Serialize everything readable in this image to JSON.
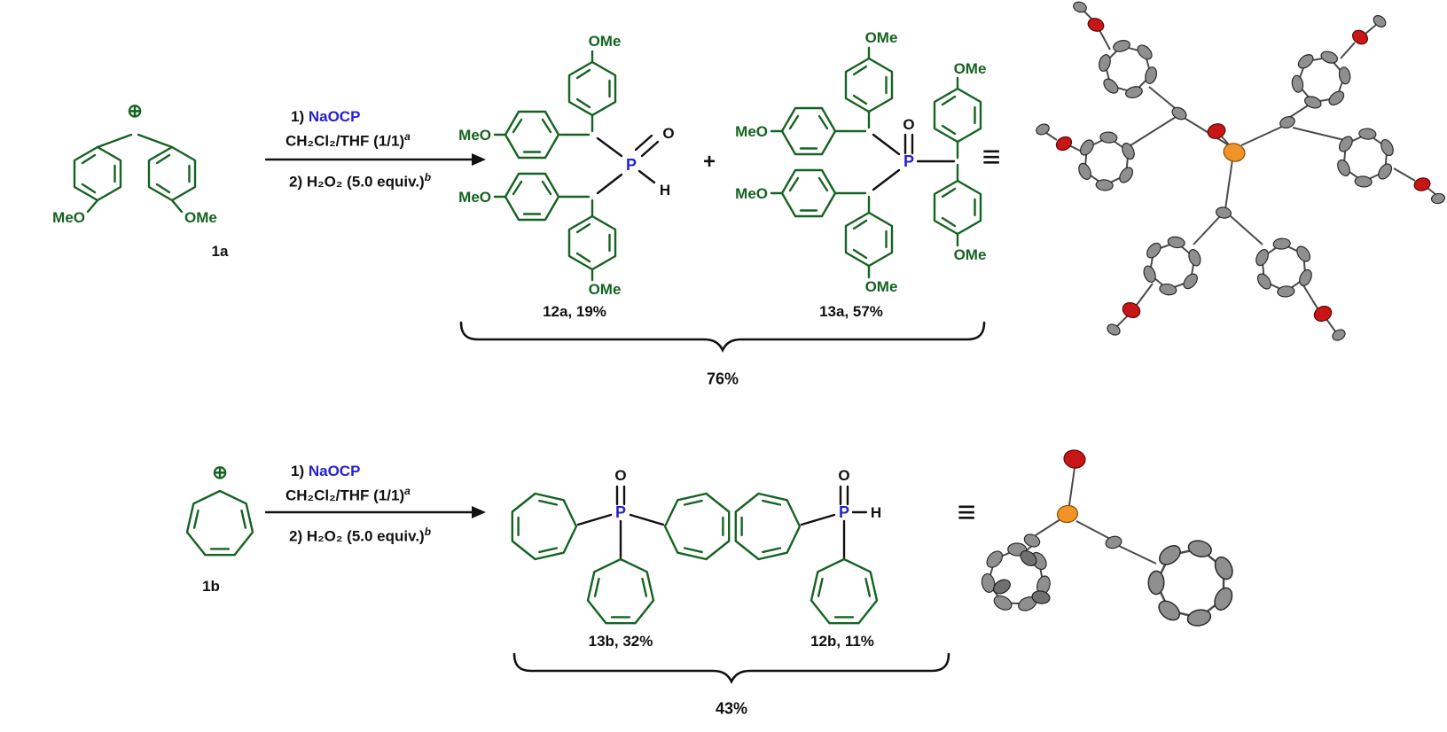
{
  "colors": {
    "structure_green": "#156321",
    "heteroatom_blue": "#2323cd",
    "text_black": "#111111",
    "ortep_carbon_gray": "#8f8f8f",
    "ortep_oxygen_red": "#c81616",
    "ortep_phosphorus_orange": "#f09428",
    "background": "#ffffff"
  },
  "atom_labels": {
    "ome": "OMe",
    "meo": "MeO",
    "p": "P",
    "o": "O",
    "h": "H",
    "charge_plus": "⊕"
  },
  "symbols": {
    "plus": "+",
    "identical_to": "≡"
  },
  "conditions": {
    "step1_prefix": "1) ",
    "step1_reagent": "NaOCP",
    "step2_formula": "CH₂Cl₂/THF (1/1)",
    "step2_superscript": "a",
    "step3_formula": "2) H₂O₂ (5.0 equiv.)",
    "step3_superscript": "b"
  },
  "reaction_top": {
    "reactant_label": "1a",
    "secondary_phosphine_oxide_label": "12a, 19%",
    "tertiary_phosphine_oxide_label": "13a, 57%",
    "combined_yield": "76%"
  },
  "reaction_bottom": {
    "reactant_label": "1b",
    "tertiary_phosphine_oxide_label": "13b, 32%",
    "secondary_phosphine_oxide_label": "12b, 11%",
    "combined_yield": "43%"
  }
}
